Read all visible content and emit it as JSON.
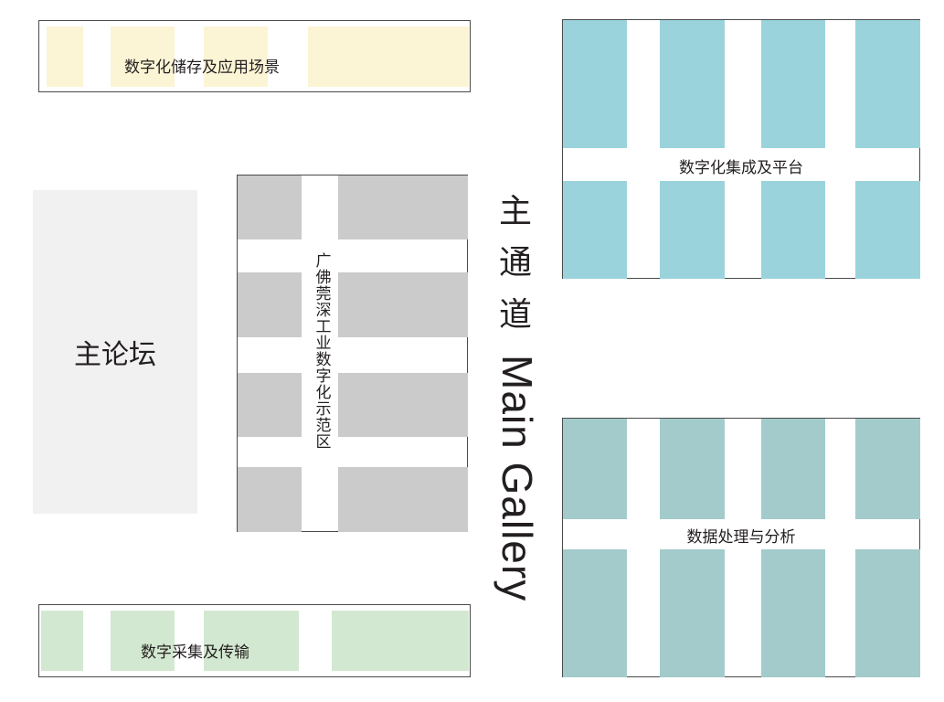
{
  "zones": {
    "storage": {
      "label": "数字化储存及应用场景",
      "color": "#fbf4d5"
    },
    "integration": {
      "label": "数字化集成及平台",
      "color": "#9ad3dc"
    },
    "forum": {
      "label": "主论坛",
      "color": "#f1f1f1"
    },
    "demo": {
      "label": "广佛莞深工业数字化示范区",
      "color": "#cbcbcb"
    },
    "processing": {
      "label": "数据处理与分析",
      "color": "#a3cbcb"
    },
    "collection": {
      "label": "数字采集及传输",
      "color": "#d3e8d0"
    }
  },
  "main_gallery": {
    "cn_chars": [
      "主",
      "通",
      "道"
    ],
    "en": "Main Gallery"
  }
}
